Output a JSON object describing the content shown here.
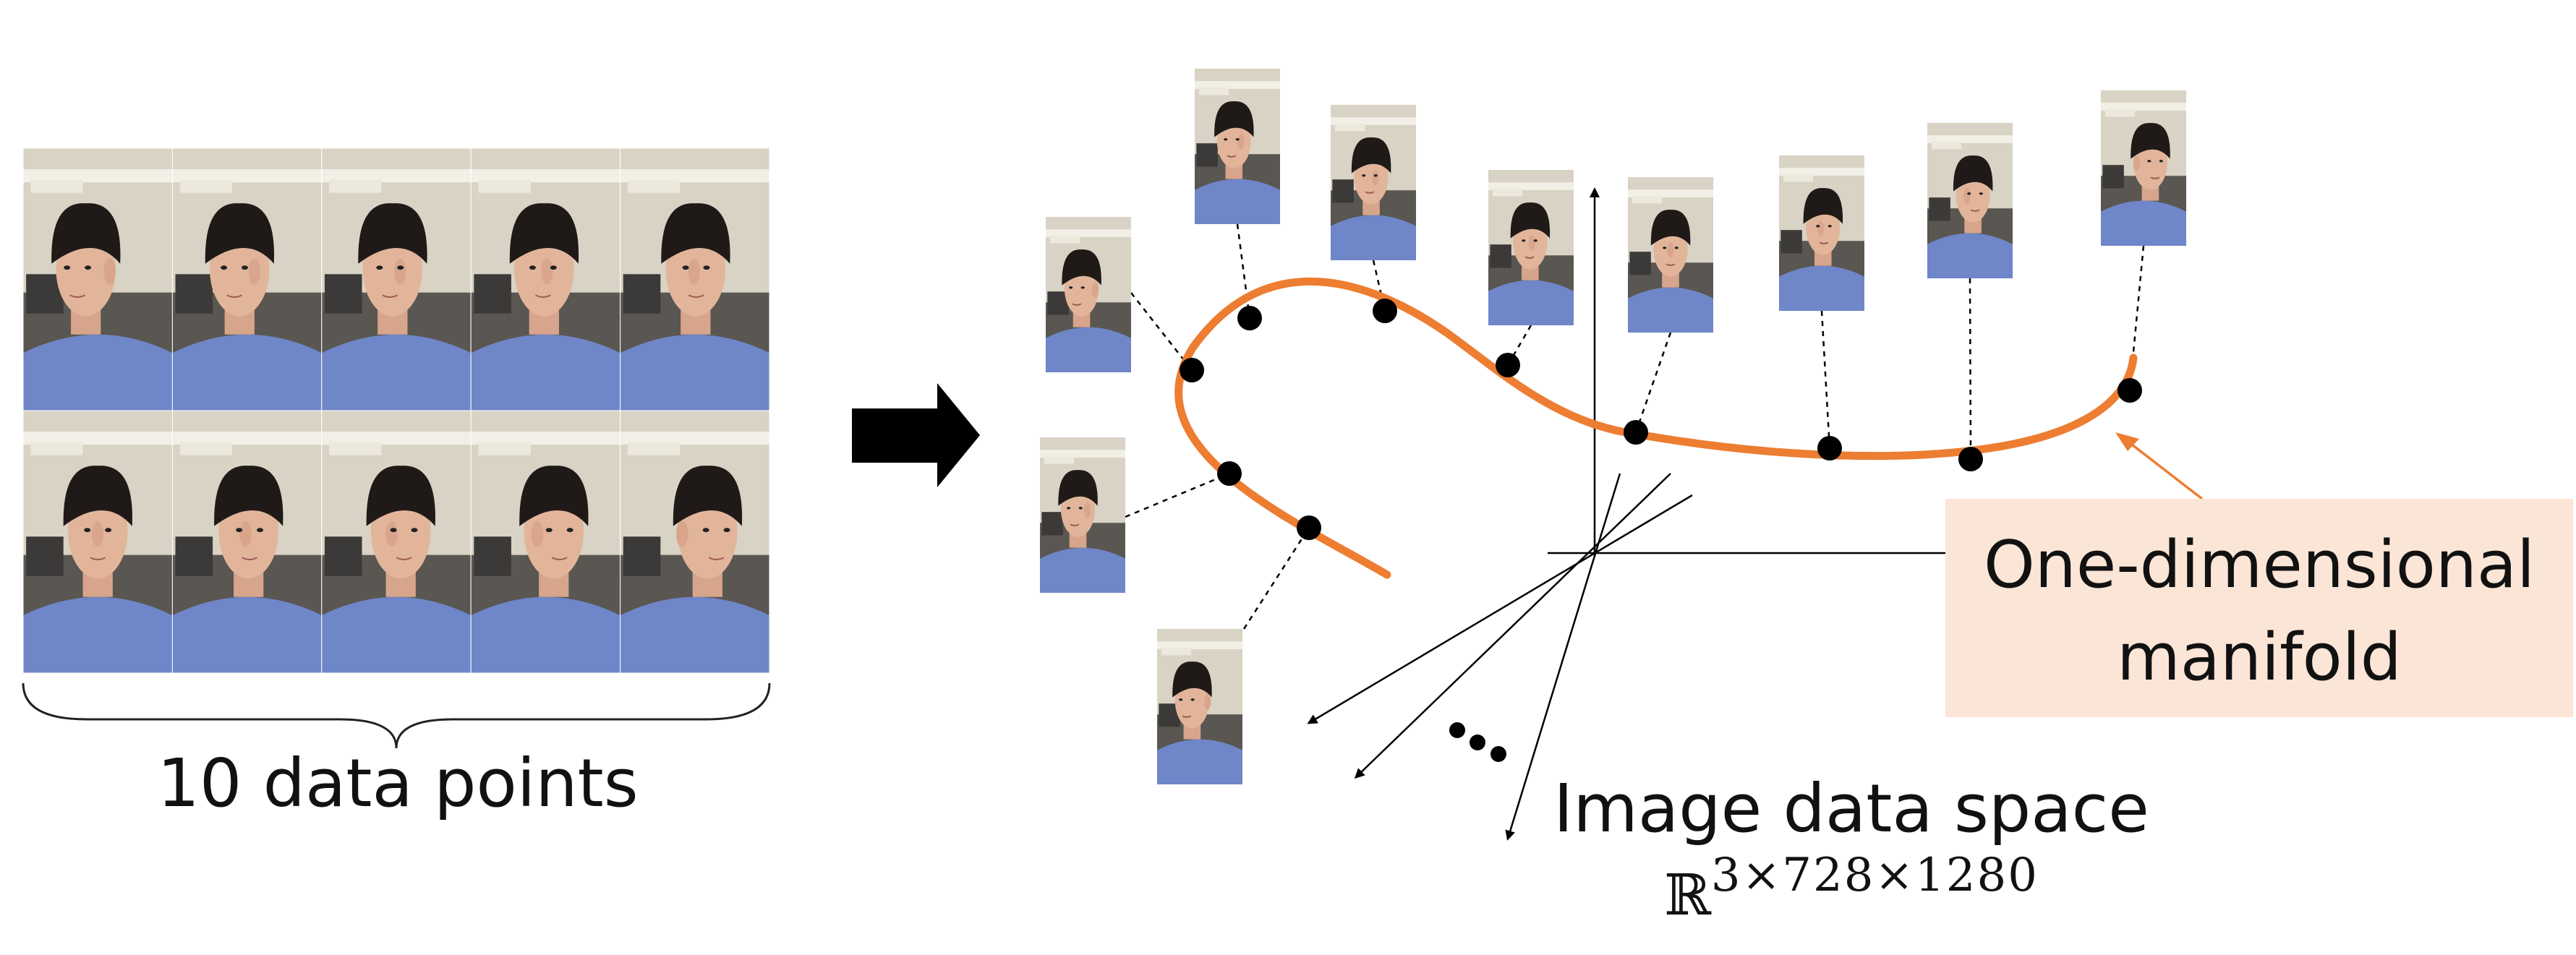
{
  "left_panel": {
    "caption": "10 data points",
    "grid_rows": 2,
    "grid_cols": 5
  },
  "space": {
    "title": "Image data space",
    "math_base": "ℝ",
    "math_exp": "3×728×1280"
  },
  "manifold": {
    "line1": "One-dimensional",
    "line2": "manifold"
  },
  "colors": {
    "curve": "#ed7d31",
    "callout_bg": "#fbe5d6",
    "shirt": "#6f86c8",
    "hair": "#1f1a18",
    "skin": "#e2b59b",
    "wall": "#d8d3c4",
    "arrow": "#000000"
  },
  "icons": {
    "big_arrow": "right-arrow-icon",
    "ellipsis": "ellipsis-dots-icon",
    "brace": "curly-brace-icon"
  }
}
